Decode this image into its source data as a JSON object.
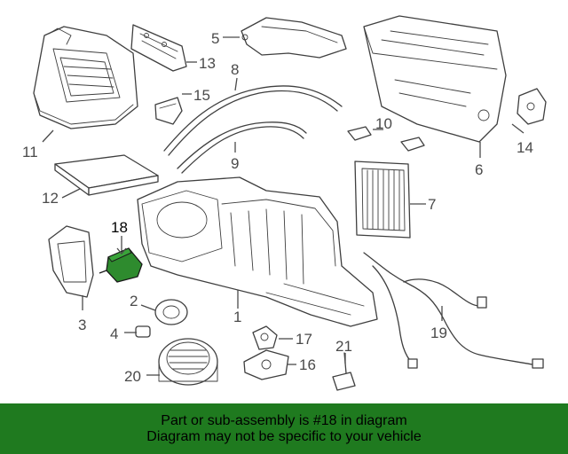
{
  "diagram": {
    "highlight_color": "#2e8b2e",
    "callouts": {
      "c1": "1",
      "c2": "2",
      "c3": "3",
      "c4": "4",
      "c5": "5",
      "c6": "6",
      "c7": "7",
      "c8": "8",
      "c9": "9",
      "c10": "10",
      "c11": "11",
      "c12": "12",
      "c13": "13",
      "c14": "14",
      "c15": "15",
      "c16": "16",
      "c17": "17",
      "c18": "18",
      "c19": "19",
      "c20": "20",
      "c21": "21"
    }
  },
  "banner": {
    "background": "#1f7a1f",
    "line1": "Part or sub-assembly is #18 in diagram",
    "line2": "Diagram may not be specific to your vehicle"
  }
}
